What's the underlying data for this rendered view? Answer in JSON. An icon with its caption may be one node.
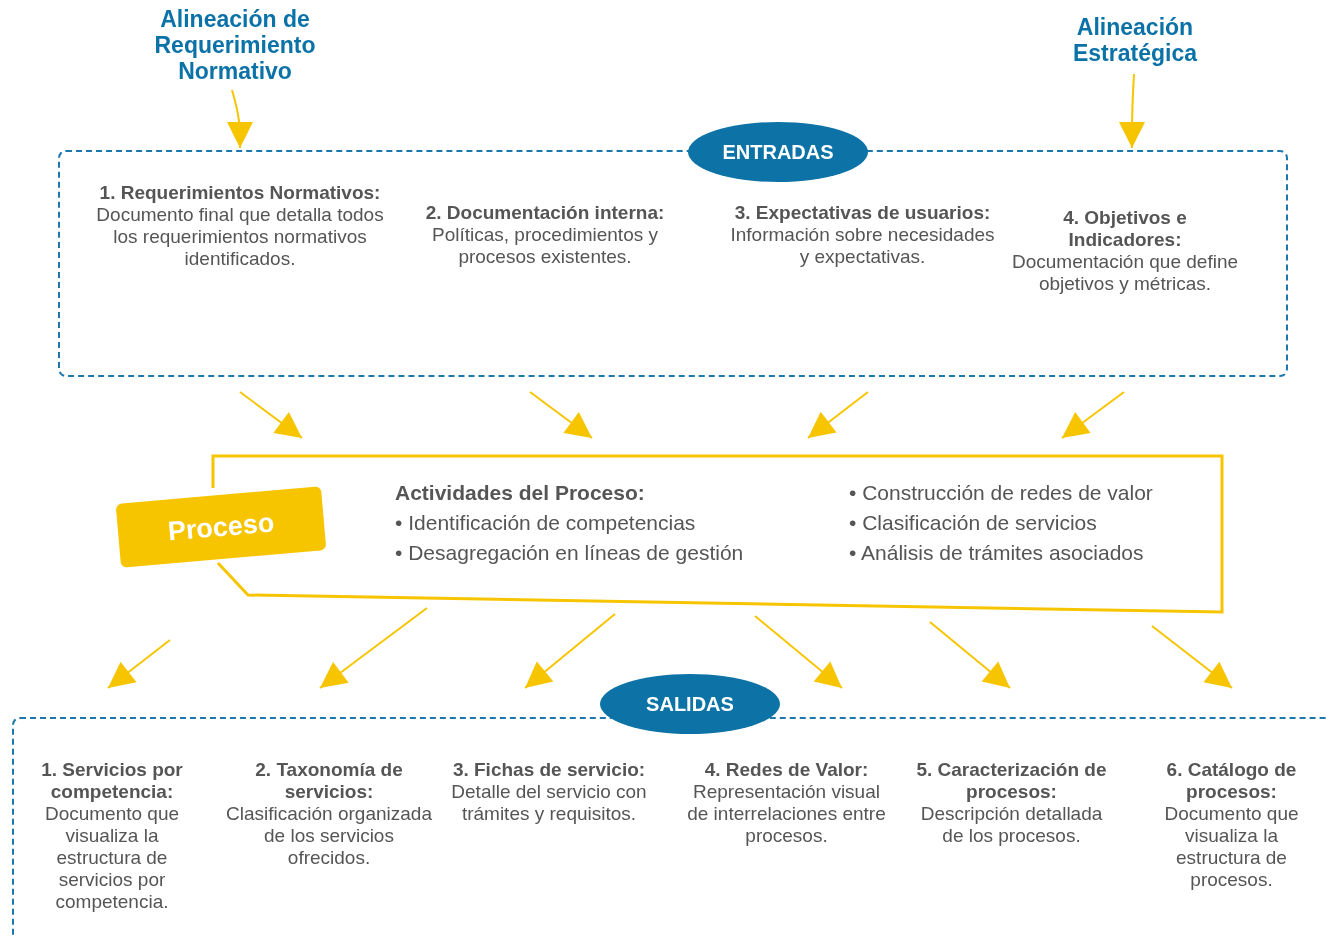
{
  "diagram": {
    "nodes": [
      {
        "text": [
          "Alineación de Requerimiento Normativo"
        ]
      },
      {
        "text": [
          "Alineación Estratégica"
        ]
      },
      {
        "text": [
          "ENTRADAS"
        ]
      },
      {
        "text": [
          "1. Requerimientos Normativos:",
          "Documento final que detalla todos los requerimientos normativos identificados."
        ],
        "in": 2
      },
      {
        "text": [
          "2. Documentación interna:",
          "Políticas, procedimientos y procesos existentes."
        ],
        "in": 2
      },
      {
        "text": [
          "3. Expectativas de usuarios:",
          "Información sobre necesidades y expectativas."
        ],
        "in": 2
      },
      {
        "text": [
          "4. Objetivos e Indicadores:",
          "Documentación que define objetivos y métricas."
        ],
        "in": 2
      },
      {
        "text": [
          "Actividades del Proceso:",
          "• Identificación de competencias",
          "• Desagregación en líneas de gestión",
          "• Construcción de redes de valor",
          "• Clasificación de servicios",
          "• Análisis de trámites asociados"
        ]
      },
      {
        "text": [
          "Proceso"
        ]
      },
      {
        "text": [
          "SALIDAS"
        ]
      },
      {
        "text": [
          "1. Servicios por competencia:",
          "Documento que visualiza la estructura de servicios por competencia."
        ],
        "in": 9
      },
      {
        "text": [
          "2. Taxonomía de servicios:",
          "Clasificación organizada de los servicios ofrecidos."
        ],
        "in": 9
      },
      {
        "text": [
          "3. Fichas de servicio:",
          "Detalle del servicio con trámites y requisitos."
        ],
        "in": 9
      },
      {
        "text": [
          "4. Redes de Valor:",
          "Representación visual de interrelaciones entre procesos."
        ],
        "in": 9
      },
      {
        "text": [
          "5. Caracterización de procesos:",
          "Descripción detallada de los procesos."
        ],
        "in": 9
      },
      {
        "text": [
          "6. Catálogo de procesos:",
          "Documento que visualiza la estructura de procesos."
        ],
        "in": 9
      }
    ],
    "edges": [
      {
        "from": 0,
        "to": 2,
        "arrow": "to"
      },
      {
        "from": 1,
        "to": 2,
        "arrow": "to"
      },
      {
        "from": 2,
        "to": 7,
        "arrow": "to"
      },
      {
        "from": 2,
        "to": 7,
        "arrow": "to"
      },
      {
        "from": 2,
        "to": 7,
        "arrow": "to"
      },
      {
        "from": 2,
        "to": 7,
        "arrow": "to"
      },
      {
        "from": 7,
        "to": 9,
        "arrow": "to"
      },
      {
        "from": 7,
        "to": 9,
        "arrow": "to"
      },
      {
        "from": 7,
        "to": 9,
        "arrow": "to"
      },
      {
        "from": 7,
        "to": 9,
        "arrow": "to"
      },
      {
        "from": 7,
        "to": 9,
        "arrow": "to"
      },
      {
        "from": 7,
        "to": 9,
        "arrow": "to"
      }
    ]
  }
}
